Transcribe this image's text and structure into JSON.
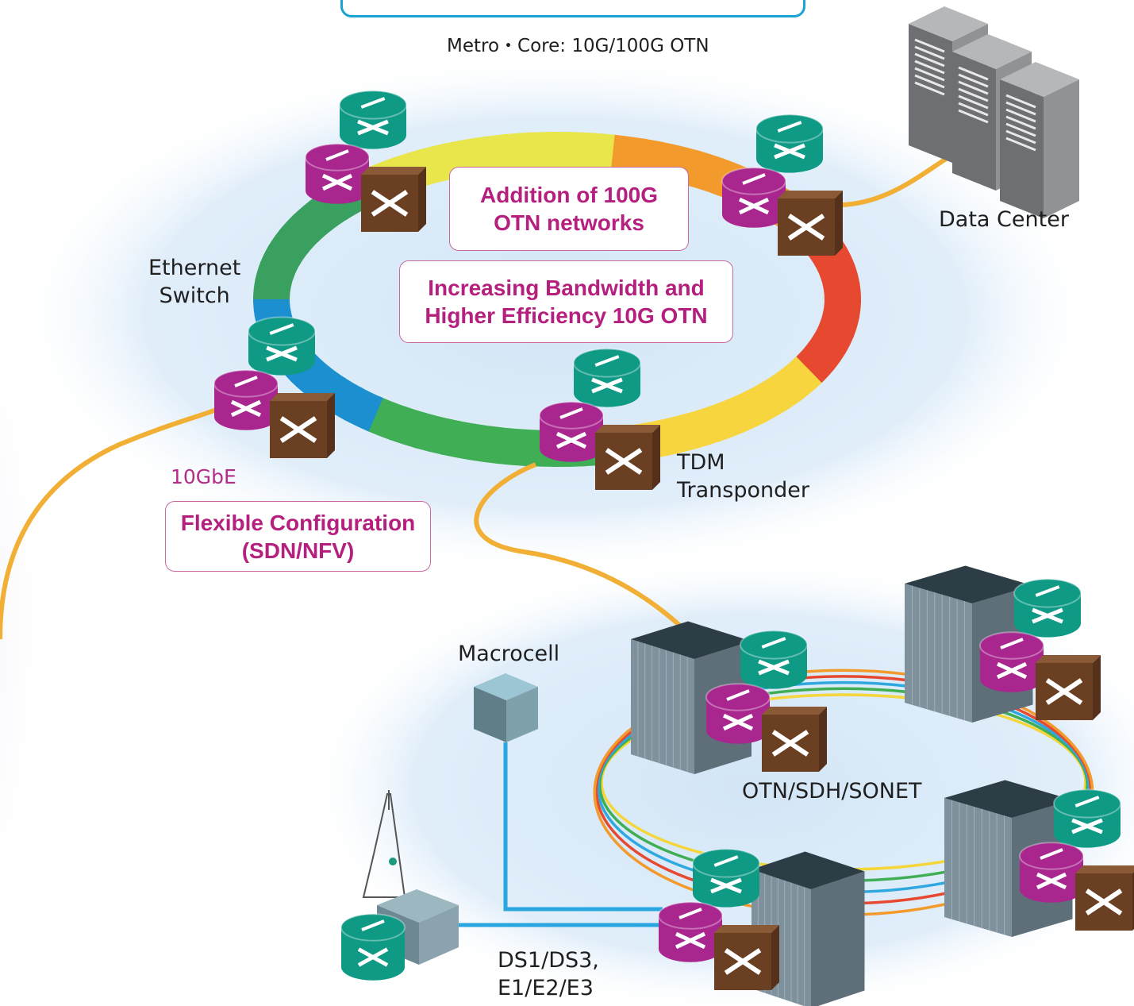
{
  "labels": {
    "metro_core": "Metro・Core: 10G/100G OTN",
    "data_center": "Data Center",
    "ethernet_switch": "Ethernet\nSwitch",
    "tdm_transponder": "TDM\nTransponder",
    "ten_gbe": "10GbE",
    "macrocell": "Macrocell",
    "otn_sdh_sonet": "OTN/SDH/SONET",
    "ds_e": "DS1/DS3,\nE1/E2/E3"
  },
  "callouts": {
    "addition": "Addition of 100G\nOTN networks",
    "bandwidth": "Increasing Bandwidth and\nHigher Efficiency 10G OTN",
    "flexible": "Flexible Configuration\n(SDN/NFV)"
  },
  "colors": {
    "router": "#a8268e",
    "otn_node": "#0f9a86",
    "cross_connect": "#6b3f22",
    "fiber": "#f1b035",
    "access_link": "#29a6e0",
    "cloud": "#dcebf7",
    "callout_text": "#b5207e",
    "top_box_border": "#1aa3d3"
  }
}
